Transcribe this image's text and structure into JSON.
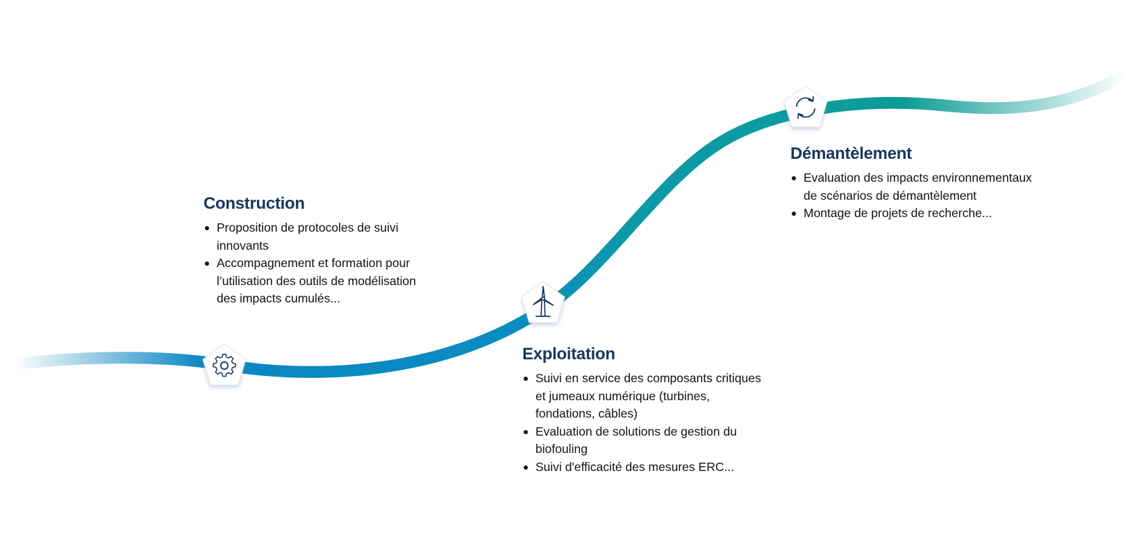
{
  "colors": {
    "title": "#17375e",
    "path_start": "#0a86c4",
    "path_end": "#0c9c96",
    "icon_stroke": "#17375e",
    "node_fill": "#ffffff"
  },
  "stages": [
    {
      "title": "Construction",
      "icon": "gear-icon",
      "items": [
        "Proposition de protocoles de suivi innovants",
        "Accompagnement et formation pour l’utilisation des outils de modélisation des impacts cumulés..."
      ]
    },
    {
      "title": "Exploitation",
      "icon": "wind-turbine-icon",
      "items": [
        "Suivi en service des composants critiques et jumeaux numérique (turbines, fondations, câbles)",
        "Evaluation de solutions de gestion du biofouling",
        "Suivi d'efficacité des mesures ERC..."
      ]
    },
    {
      "title": "Démantèlement",
      "icon": "recycle-arrows-icon",
      "items": [
        "Evaluation des impacts environnementaux de scénarios de démantèlement",
        "Montage de projets de recherche..."
      ]
    }
  ]
}
